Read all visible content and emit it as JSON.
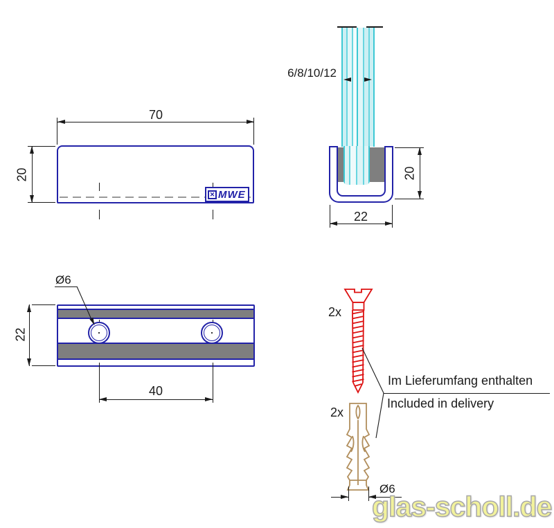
{
  "drawing": {
    "watermark": "glas-scholl.de",
    "side_view": {
      "width": "70",
      "height": "20",
      "logo_text": "MWE",
      "logo_icon": "✕"
    },
    "section_view": {
      "glass_thickness": "6/8/10/12",
      "height": "20",
      "width": "22"
    },
    "top_view": {
      "hole_diameter": "Ø6",
      "depth": "22",
      "hole_spacing": "40"
    },
    "included": {
      "screw_qty": "2x",
      "plug_qty": "2x",
      "note_de": "Im Lieferumfang enthalten",
      "note_en": "Included in delivery",
      "plug_diameter": "Ø6"
    }
  },
  "colors": {
    "blue": "#2222a8",
    "glass_line": "#3cc8d4",
    "glass_fill": "#e2f6f8",
    "gray": "#7f7f7f",
    "red": "#dd1111",
    "tan": "#b18e5c",
    "watermark": "#f2f29b",
    "ink": "#1a1a1a",
    "centerline": "#999999"
  }
}
